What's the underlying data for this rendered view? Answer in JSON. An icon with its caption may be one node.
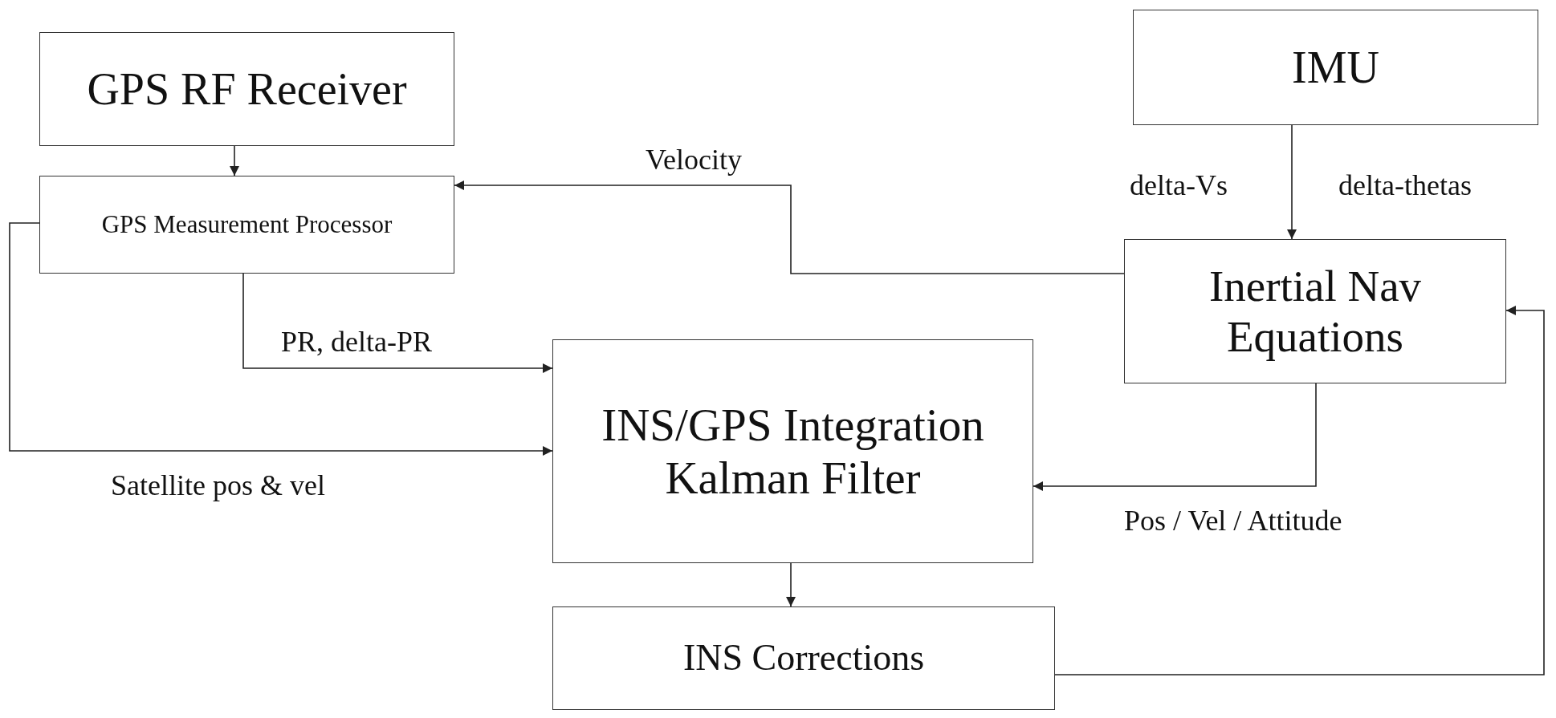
{
  "diagram": {
    "nodes": [
      {
        "text": [
          "GPS RF Receiver"
        ]
      },
      {
        "text": [
          "GPS Measurement Processor"
        ]
      },
      {
        "text": [
          "IMU"
        ]
      },
      {
        "text": [
          "Inertial Nav Equations"
        ]
      },
      {
        "text": [
          "INS/GPS Integration Kalman Filter"
        ]
      },
      {
        "text": [
          "INS Corrections"
        ]
      }
    ],
    "edges": [
      {
        "from": 0,
        "to": 1,
        "arrow": "to"
      },
      {
        "from": 2,
        "to": 3,
        "arrow": "to",
        "label": "delta-Vs"
      },
      {
        "from": 3,
        "to": 1,
        "arrow": "to",
        "label": "Velocity"
      },
      {
        "from": 1,
        "to": 4,
        "arrow": "to",
        "label": "PR, delta-PR"
      },
      {
        "from": 1,
        "to": 4,
        "arrow": "to",
        "label": "Satellite pos & vel"
      },
      {
        "from": 3,
        "to": 4,
        "arrow": "to",
        "label": "Pos / Vel / Attitude"
      },
      {
        "from": 4,
        "to": 5,
        "arrow": "to"
      },
      {
        "from": 5,
        "to": 3,
        "arrow": "to"
      }
    ],
    "labels": [
      "delta-thetas"
    ]
  }
}
